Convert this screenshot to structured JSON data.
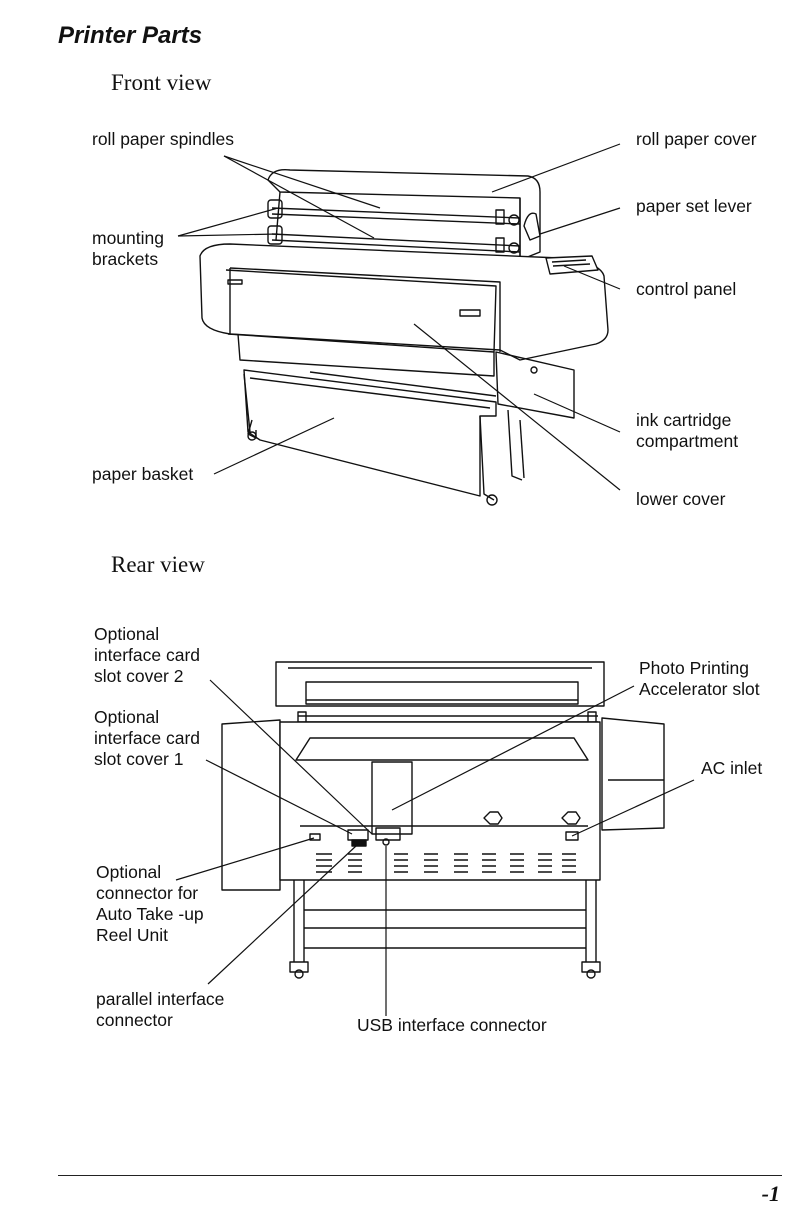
{
  "heading": "Printer Parts",
  "front": {
    "title": "Front view",
    "labels": {
      "roll_paper_spindles": "roll paper spindles",
      "mounting_brackets": "mounting\nbrackets",
      "paper_basket": "paper basket",
      "roll_paper_cover": "roll paper cover",
      "paper_set_lever": "paper set lever",
      "control_panel": "control panel",
      "ink_cartridge_compartment": "ink cartridge\ncompartment",
      "lower_cover": "lower cover"
    }
  },
  "rear": {
    "title": "Rear view",
    "labels": {
      "slot_cover_2": "Optional\ninterface card\nslot cover 2",
      "slot_cover_1": "Optional\ninterface card\nslot cover 1",
      "auto_takeup_connector": "Optional\nconnector for\nAuto Take -up\nReel Unit",
      "parallel_connector": "parallel interface\nconnector",
      "usb_connector": "USB interface connector",
      "photo_accelerator_slot": "Photo Printing\nAccelerator slot",
      "ac_inlet": "AC inlet"
    }
  },
  "footer": {
    "page_number": "-1"
  }
}
